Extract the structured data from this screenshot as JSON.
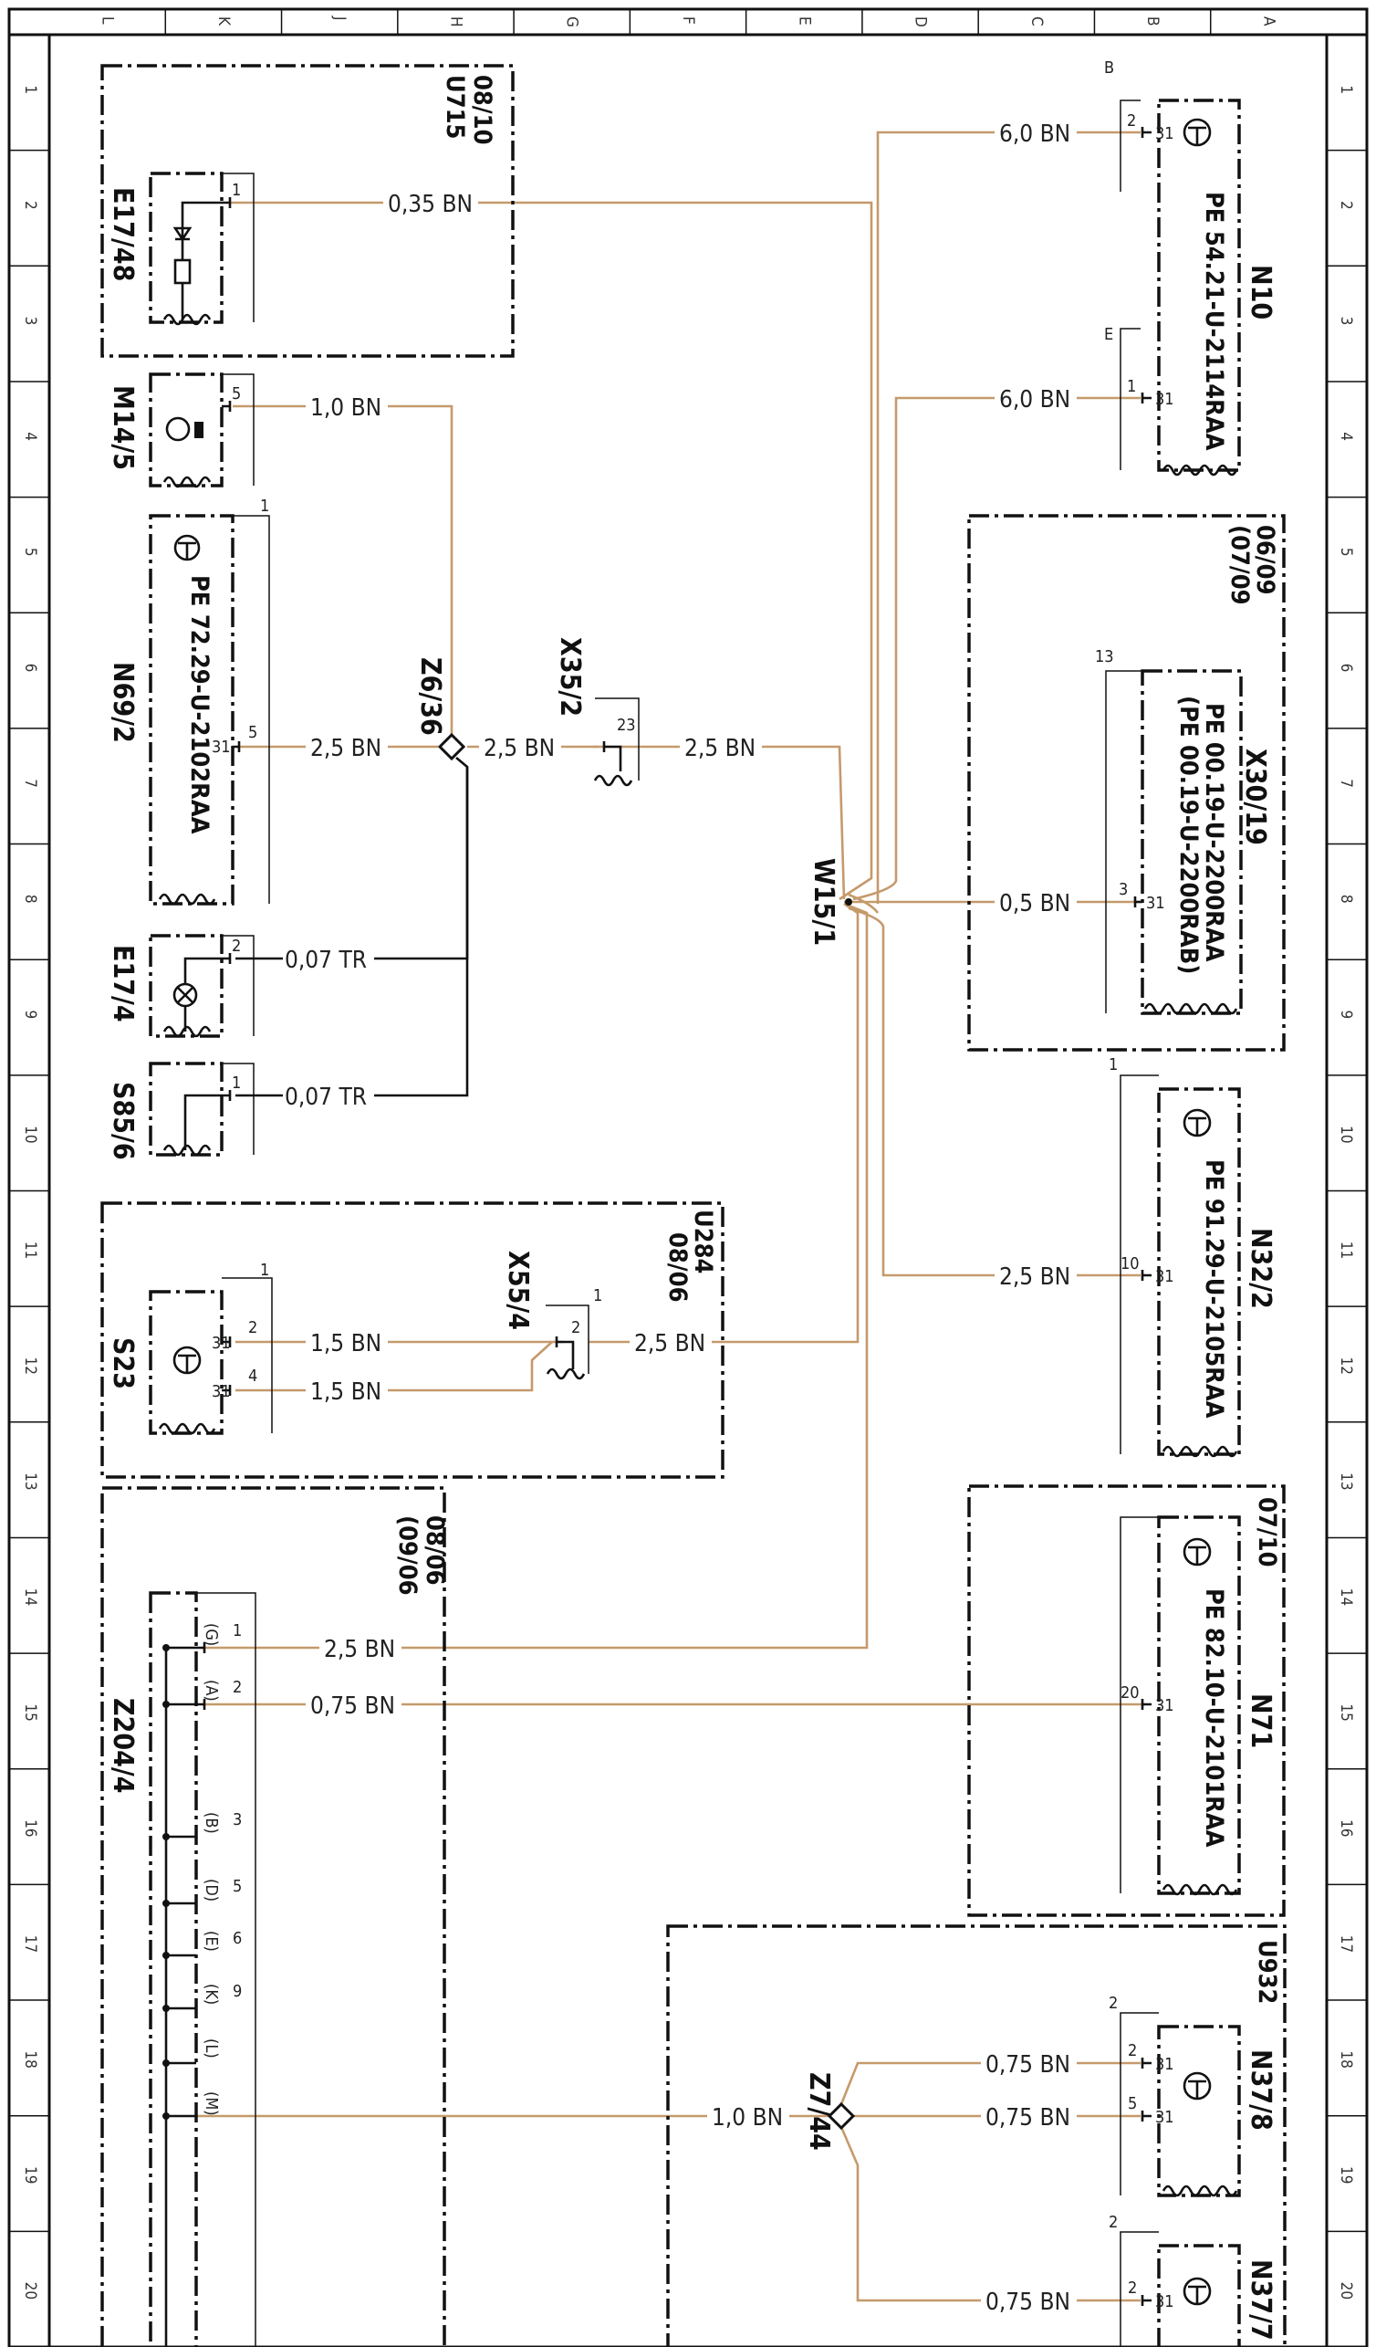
{
  "colors": {
    "wire": "#c59a6b",
    "line": "#111111",
    "background": "#ffffff"
  },
  "grid": {
    "letters": [
      "L",
      "K",
      "J",
      "H",
      "G",
      "F",
      "E",
      "D",
      "C",
      "B",
      "A"
    ],
    "numbers": [
      "1",
      "2",
      "3",
      "4",
      "5",
      "6",
      "7",
      "8",
      "9",
      "10",
      "11",
      "12",
      "13",
      "14",
      "15",
      "16",
      "17",
      "18",
      "19",
      "20"
    ]
  },
  "components": {
    "u715": {
      "name": "U715",
      "date": "08/10"
    },
    "e17_48": {
      "name": "E17/48",
      "pin": "1"
    },
    "m14_5": {
      "name": "M14/5",
      "pin": "5"
    },
    "n69_2": {
      "name": "N69/2",
      "ref": "PE 72.29-U-2102RAA",
      "pin": "5",
      "ground": "31",
      "corner": "1"
    },
    "z6_36": {
      "name": "Z6/36"
    },
    "x35_2": {
      "name": "X35/2",
      "pin": "23"
    },
    "e17_4": {
      "name": "E17/4",
      "pin": "2"
    },
    "s85_6": {
      "name": "S85/6",
      "pin": "1"
    },
    "u284": {
      "name": "U284",
      "date": "08/06"
    },
    "x55_4": {
      "name": "X55/4",
      "pin": "2",
      "corner": "1"
    },
    "s23": {
      "name": "S23",
      "pin_a": "2",
      "pin_b": "4",
      "ground": "31",
      "corner": "1"
    },
    "z204_4": {
      "name": "Z204/4",
      "date_a": "08/06",
      "date_b": "(09/06",
      "pins": [
        {
          "num": "1",
          "tag": "(G)"
        },
        {
          "num": "2",
          "tag": "(A)"
        },
        {
          "num": "3",
          "tag": "(B)"
        },
        {
          "num": "5",
          "tag": "(D)"
        },
        {
          "num": "6",
          "tag": "(E)"
        },
        {
          "num": "9",
          "tag": "(K)"
        },
        {
          "num": "",
          "tag": "(L)"
        },
        {
          "num": "",
          "tag": "(M)"
        }
      ]
    },
    "w15_1": {
      "name": "W15/1"
    },
    "n10": {
      "name": "N10",
      "ref": "PE 54.21-U-2114RAA",
      "conn_b": "B",
      "conn_e": "E",
      "pin_b": "2",
      "pin_e": "1",
      "ground": "31"
    },
    "x30_19": {
      "name": "X30/19",
      "ref_a": "PE 00.19-U-2200RAA",
      "ref_b": "(PE 00.19-U-2200RAB)",
      "date_a": "06/09",
      "date_b": "(07/09",
      "pin": "3",
      "ground": "31",
      "corner": "13"
    },
    "n32_2": {
      "name": "N32/2",
      "ref": "PE 91.29-U-2105RAA",
      "pin": "10",
      "ground": "31",
      "corner": "1"
    },
    "n71": {
      "name": "N71",
      "ref": "PE 82.10-U-2101RAA",
      "date": "07/10",
      "pin": "20",
      "ground": "31"
    },
    "u932": {
      "name": "U932"
    },
    "z7_44": {
      "name": "Z7/44"
    },
    "n37_8": {
      "name": "N37/8",
      "pin_a": "2",
      "pin_b": "5",
      "ground": "31",
      "corner": "2"
    },
    "n37_7": {
      "name": "N37/7",
      "pin": "2",
      "ground": "31",
      "corner": "2"
    }
  },
  "wires": {
    "u715": "0,35 BN",
    "m14_5": "1,0 BN",
    "n69_2": "2,5 BN",
    "z6_x35": "2,5 BN",
    "x35_w15": "2,5 BN",
    "e17_4": "0,07 TR",
    "s85_6": "0,07 TR",
    "s23_a": "1,5 BN",
    "s23_b": "1,5 BN",
    "x55_w15": "2,5 BN",
    "z204_g": "2,5 BN",
    "z204_a": "0,75 BN",
    "z204_m": "1,0 BN",
    "n10_b": "6,0 BN",
    "n10_e": "6,0 BN",
    "x30_19": "0,5 BN",
    "n32_2": "2,5 BN",
    "n37_8_a": "0,75 BN",
    "n37_8_b": "0,75 BN",
    "n37_7": "0,75 BN"
  }
}
